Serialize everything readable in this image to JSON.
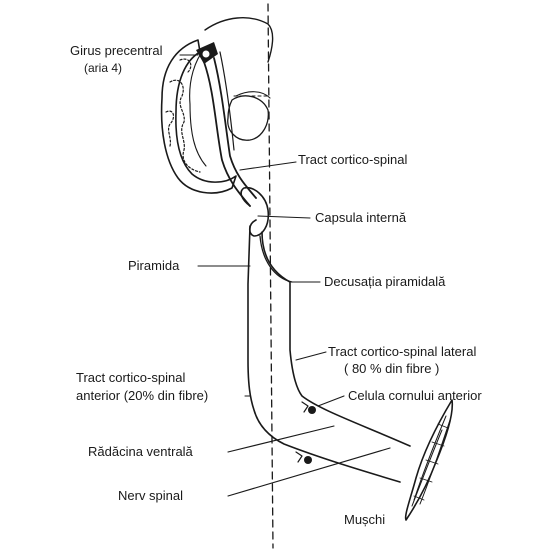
{
  "labels": {
    "girus_line1": "Girus precentral",
    "girus_line2": "(aria 4)",
    "tract_cortico_spinal": "Tract cortico-spinal",
    "capsula_interna": "Capsula internă",
    "piramida": "Piramida",
    "decusatia": "Decusația piramidală",
    "tract_lateral_line1": "Tract cortico-spinal lateral",
    "tract_lateral_line2": "( 80 % din fibre )",
    "tract_anterior_line1": "Tract cortico-spinal",
    "tract_anterior_line2": "anterior (20% din fibre)",
    "celula": "Celula cornului anterior",
    "radacina": "Rădăcina ventrală",
    "nerv": "Nerv spinal",
    "muschi": "Mușchi"
  },
  "colors": {
    "ink": "#1a1a1a",
    "background": "#ffffff"
  }
}
